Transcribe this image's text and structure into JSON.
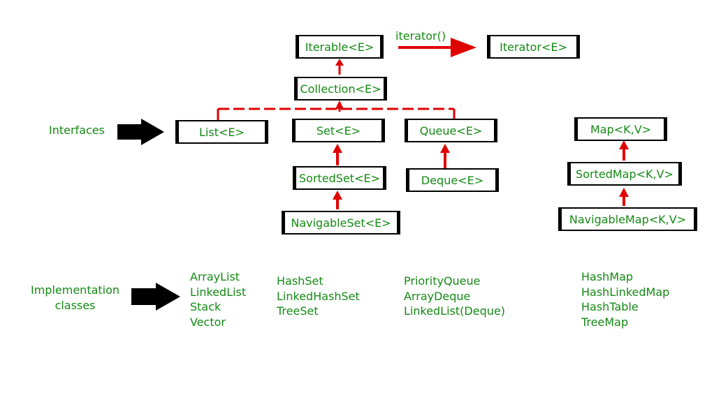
{
  "colors": {
    "text": "#148a14",
    "arrow_red": "#e00000",
    "arrow_black": "#000000",
    "box_border": "#000000"
  },
  "nodes": {
    "iterable": "Iterable<E>",
    "iterator": "Iterator<E>",
    "collection": "Collection<E>",
    "list": "List<E>",
    "set": "Set<E>",
    "queue": "Queue<E>",
    "sorted_set": "SortedSet<E>",
    "deque": "Deque<E>",
    "navigable_set": "NavigableSet<E>",
    "map": "Map<K,V>",
    "sorted_map": "SortedMap<K,V>",
    "navigable_map": "NavigableMap<K,V>"
  },
  "edge_labels": {
    "iterator_method": "iterator()"
  },
  "labels": {
    "interfaces": "Interfaces",
    "implementation": [
      "Implementation",
      "classes"
    ]
  },
  "implementations": {
    "list": [
      "ArrayList",
      "LinkedList",
      "Stack",
      "Vector"
    ],
    "set": [
      "HashSet",
      "LinkedHashSet",
      "TreeSet"
    ],
    "queue": [
      "PriorityQueue",
      "ArrayDeque",
      "LinkedList(Deque)"
    ],
    "map": [
      "HashMap",
      "HashLinkedMap",
      "HashTable",
      "TreeMap"
    ]
  }
}
